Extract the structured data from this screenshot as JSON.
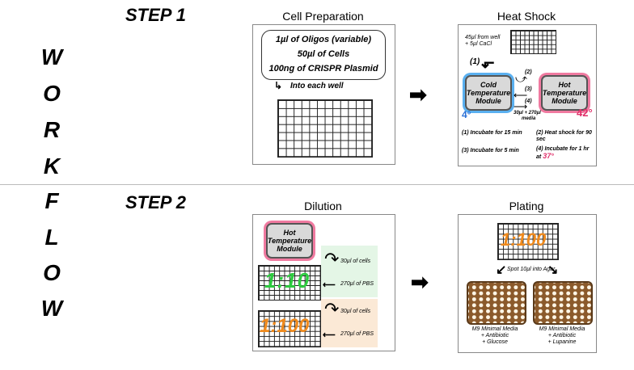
{
  "workflow_letters": [
    "W",
    "O",
    "R",
    "K",
    "F",
    "L",
    "O",
    "W"
  ],
  "step1": {
    "label": "STEP 1"
  },
  "step2": {
    "label": "STEP 2"
  },
  "cell_prep": {
    "title": "Cell Preparation",
    "lines": [
      "1µl of Oligos (variable)",
      "50µl of Cells",
      "100ng of CRISPR Plasmid"
    ],
    "into": "Into each well"
  },
  "heat_shock": {
    "title": "Heat Shock",
    "from_well": [
      "45µl from well",
      "+ 5µl CaCl"
    ],
    "step1": "(1)",
    "step2": "(2)",
    "step3": "(3)",
    "step4": "(4)",
    "cold_module": [
      "Cold",
      "Temperature",
      "Module"
    ],
    "hot_module": [
      "Hot",
      "Temperature",
      "Module"
    ],
    "cold_temp": "4°",
    "hot_temp": "42°",
    "media": [
      "30µl + 270µl",
      "media"
    ],
    "notes": [
      "(1) Incubate for 15 min",
      "(2) Heat shock for 90 sec",
      "(3) Incubate for 5 min",
      "(4) Incubate for 1 hr at"
    ],
    "note_temp": "37°"
  },
  "dilution": {
    "title": "Dilution",
    "hot_module": [
      "Hot",
      "Temperature",
      "Module"
    ],
    "cells1": "30µl of cells",
    "pbs1": "270µl of PBS",
    "ratio1": "1:10",
    "cells2": "30µl of cells",
    "pbs2": "270µl of PBS",
    "ratio2": "1:100"
  },
  "plating": {
    "title": "Plating",
    "ratio": "1:100",
    "spot": "Spot 10µl into Agar",
    "plate1": [
      "M9 Minimal Media",
      "+ Antibiotic",
      "+ Glucose"
    ],
    "plate2": [
      "M9 Minimal Media",
      "+ Antibiotic",
      "+ Lupanine"
    ]
  },
  "colors": {
    "blue": "#2a6fd6",
    "pink": "#e0306a",
    "green": "#2ecc40",
    "orange": "#f08a1c"
  }
}
